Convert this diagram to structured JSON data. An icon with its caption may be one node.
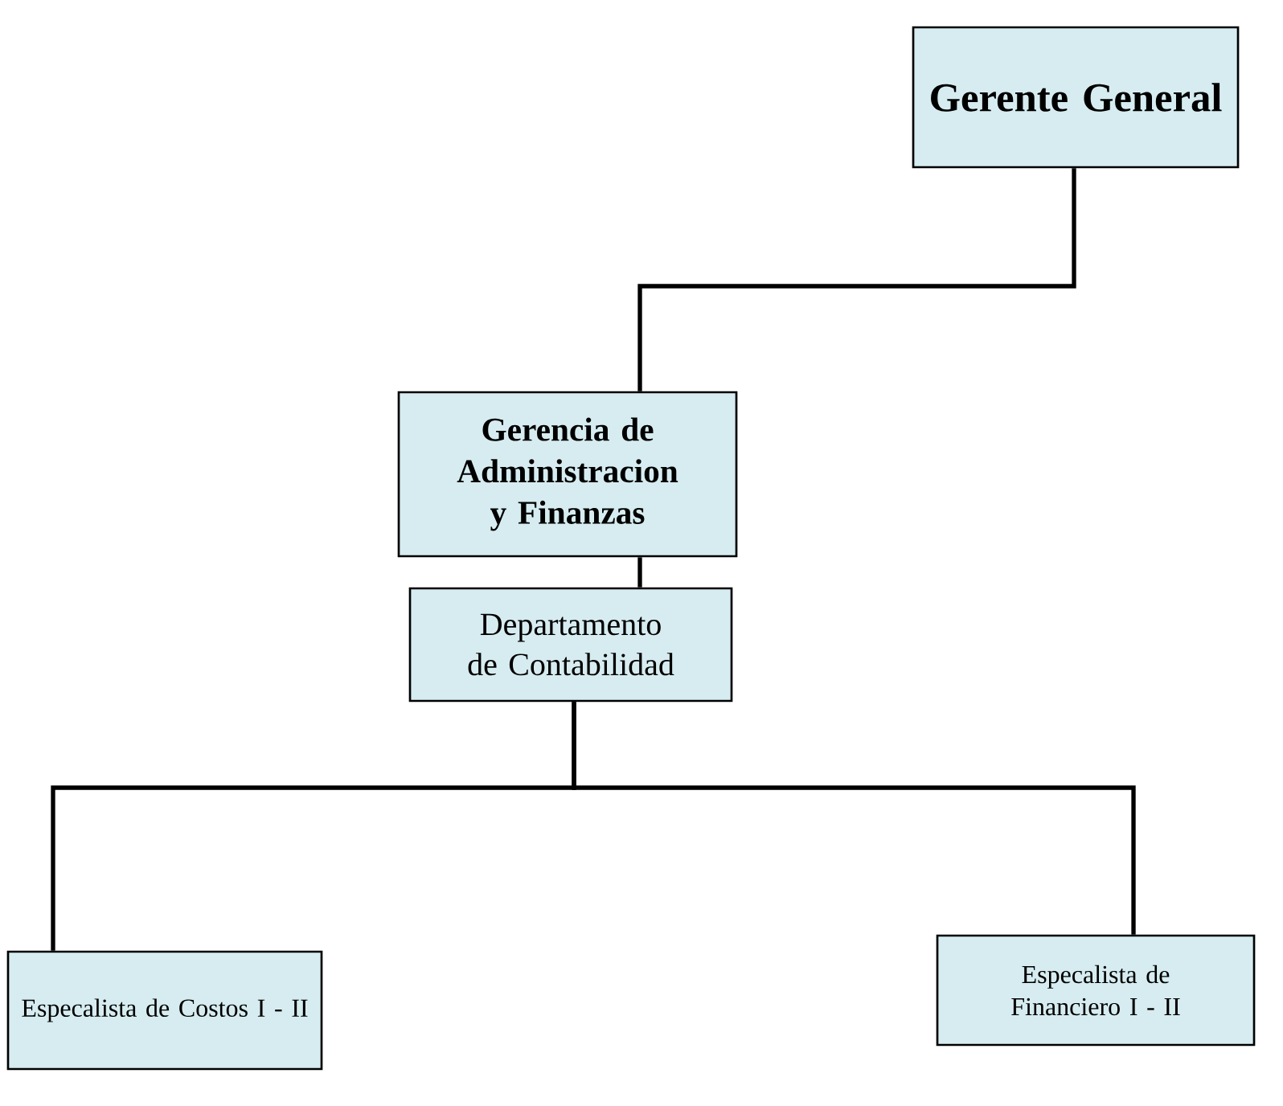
{
  "diagram": {
    "nodes": [
      {
        "text": [
          "Gerente General"
        ]
      },
      {
        "text": [
          "Gerencia de Administracion y Finanzas"
        ]
      },
      {
        "text": [
          "Departamento de Contabilidad"
        ]
      },
      {
        "text": [
          "Especalista de Costos I - II"
        ]
      },
      {
        "text": [
          "Especalista de Financiero I - II"
        ]
      }
    ],
    "edges": [
      {
        "from": 0,
        "to": 1,
        "arrow": "none"
      },
      {
        "from": 1,
        "to": 2,
        "arrow": "none"
      },
      {
        "from": 2,
        "to": 3,
        "arrow": "none"
      },
      {
        "from": 2,
        "to": 4,
        "arrow": "none"
      }
    ]
  }
}
